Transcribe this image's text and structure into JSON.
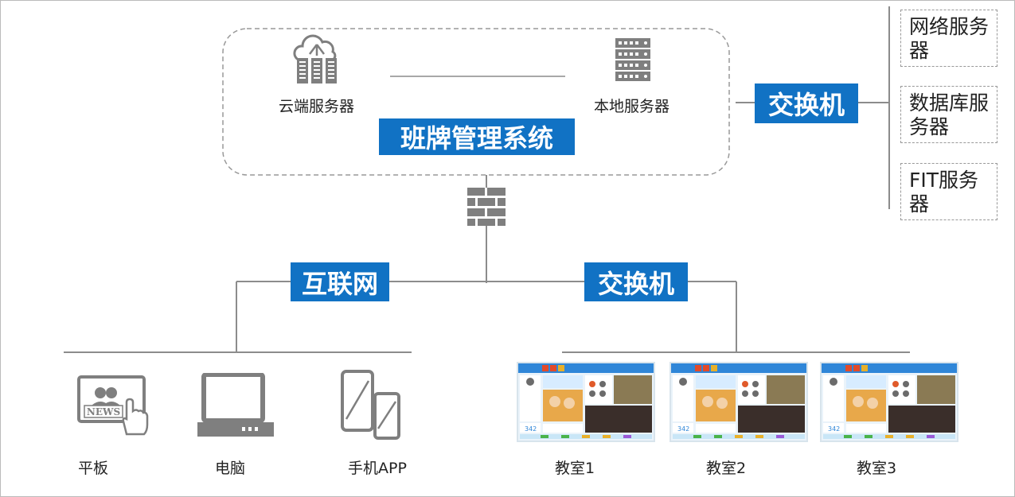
{
  "system": {
    "title": "班牌管理系统",
    "cloud_server": "云端服务器",
    "local_server": "本地服务器"
  },
  "switch_top": "交换机",
  "servers": [
    "网络服务器",
    "数据库服务器",
    "FIT服务器"
  ],
  "internet": "互联网",
  "switch_bottom": "交换机",
  "devices": [
    "平板",
    "电脑",
    "手机APP"
  ],
  "tablet_news": "NEWS",
  "classrooms": [
    "教室1",
    "教室2",
    "教室3"
  ],
  "screen_number": "342",
  "colors": {
    "accent": "#1172c4",
    "line": "#8c8c8c",
    "icon": "#7f7f7f"
  }
}
